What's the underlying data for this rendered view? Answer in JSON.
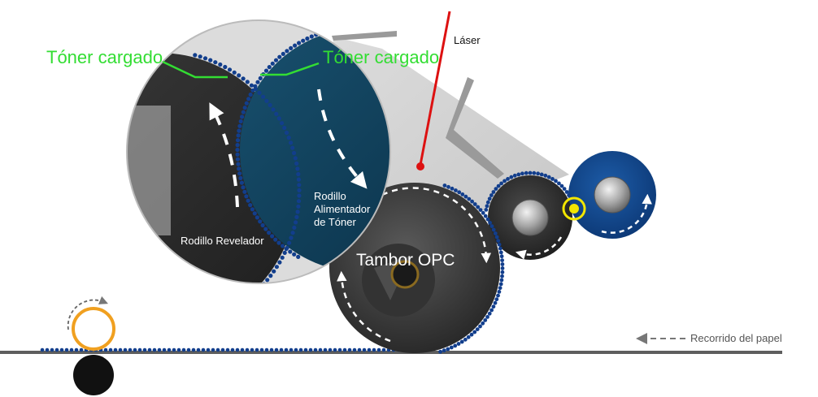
{
  "labels": {
    "laser": "Láser",
    "toner_left": "Tóner cargado",
    "toner_right": "Tóner cargado",
    "feed_roller_line1": "Rodillo",
    "feed_roller_line2": "Alimentador",
    "feed_roller_line3": "de Tóner",
    "developer_roller": "Rodillo Revelador",
    "opc_drum": "Tambor OPC",
    "paper_path": "Recorrido del papel"
  },
  "colors": {
    "toner_label": "#33dd33",
    "laser_beam": "#dd1111",
    "paper_roller_ring": "#f0a020",
    "charge_roller_ring": "#f2e600",
    "toner_dots": "#123e8c",
    "feed_roller": "#0f3f5f",
    "developer_roller": "#2b2b2b",
    "transfer_roller": "#124a8e"
  }
}
